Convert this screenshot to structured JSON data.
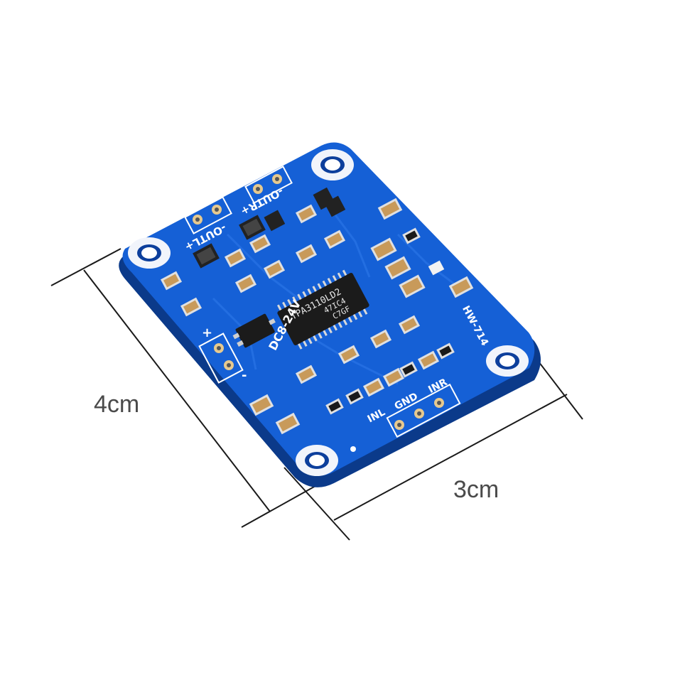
{
  "dimensions": {
    "height": "4cm",
    "width": "3cm"
  },
  "board": {
    "model": "HW-714",
    "chip_marking_line1": "TPA3110LD2",
    "chip_marking_line2": "47IC4",
    "chip_marking_line3": "C7GF",
    "power_label": "DC8-24V",
    "plus": "+",
    "minus": "-",
    "out_left": "-OUTL+",
    "out_right": "-OUTR+",
    "input_left": "INL",
    "input_gnd": "GND",
    "input_right": "INR"
  },
  "colors": {
    "pcb_blue": "#1560d6",
    "pcb_dark": "#0d3f9c",
    "silkscreen": "#ffffff",
    "dimension_line": "#1a1a1a",
    "label_text": "#4a4a4a"
  }
}
